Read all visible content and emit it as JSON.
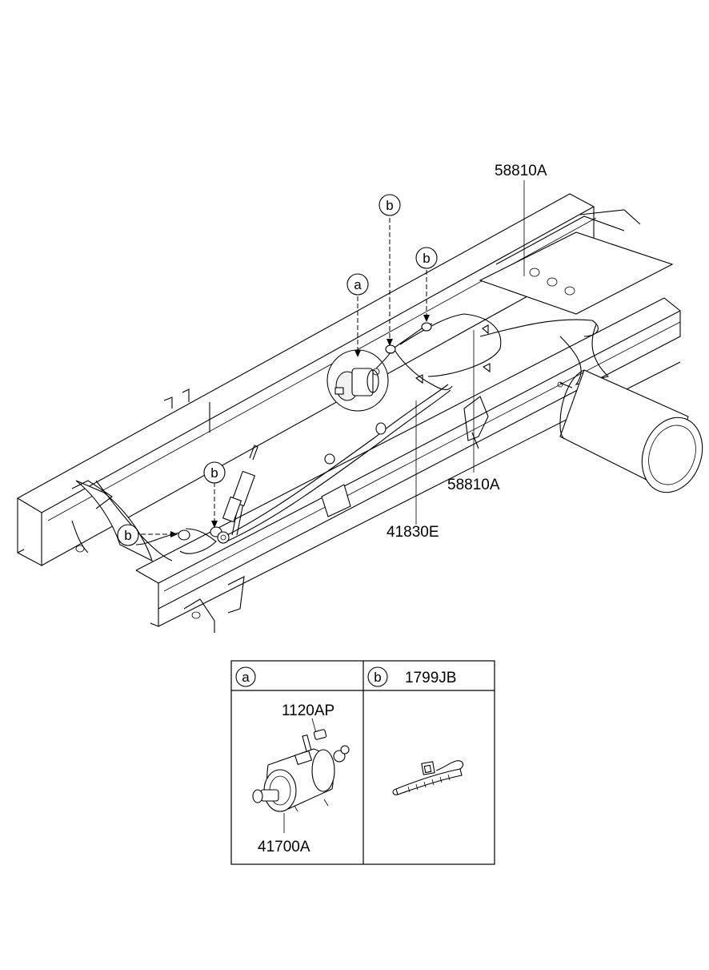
{
  "callouts": {
    "a": "a",
    "b": "b"
  },
  "part_labels": {
    "top_right": "58810A",
    "mid_right": "58810A",
    "center": "41830E"
  },
  "legend": {
    "cell_a_letter": "a",
    "cell_b_letter": "b",
    "cell_b_part": "1799JB",
    "cell_a_bolt": "1120AP",
    "cell_a_cylinder": "41700A"
  }
}
